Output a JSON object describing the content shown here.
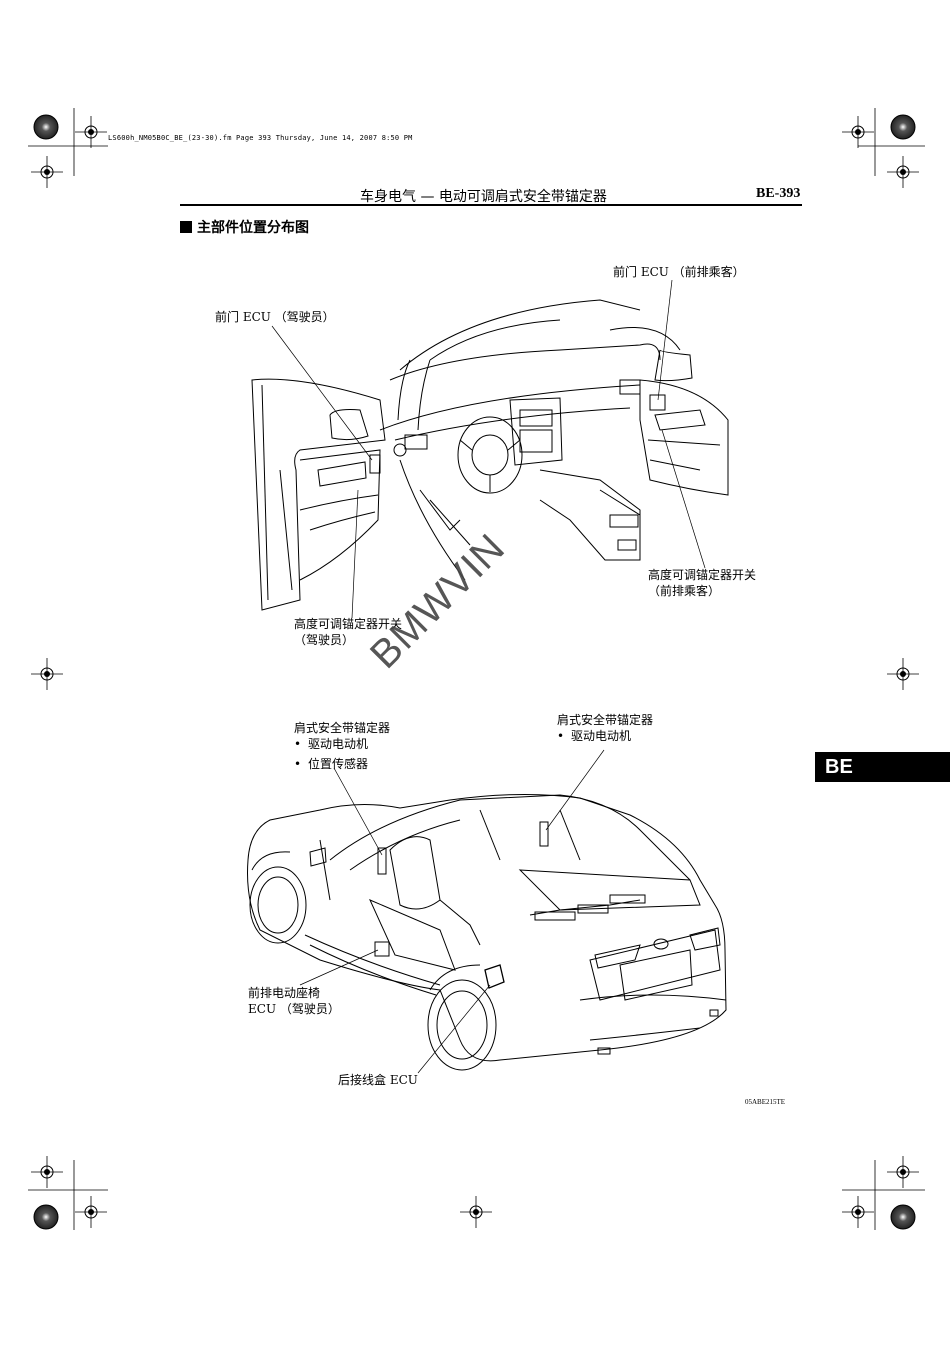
{
  "print_info": "LS600h_NM05B0C_BE_(23-30).fm  Page 393  Thursday, June 14, 2007  8:50 PM",
  "header": {
    "title": "车身电气 — 电动可调肩式安全带锚定器",
    "page": "BE-393"
  },
  "section_title": "主部件位置分布图",
  "labels": {
    "front_door_ecu_driver": "前门 ECU （驾驶员）",
    "front_door_ecu_passenger": "前门 ECU （前排乘客）",
    "height_adjust_switch_passenger_line1": "高度可调锚定器开关",
    "height_adjust_switch_passenger_line2": "（前排乘客）",
    "height_adjust_switch_driver_line1": "高度可调锚定器开关",
    "height_adjust_switch_driver_line2": "（驾驶员）",
    "anchor_left_title": "肩式安全带锚定器",
    "anchor_left_item1": "驱动电动机",
    "anchor_left_item2": "位置传感器",
    "anchor_right_title": "肩式安全带锚定器",
    "anchor_right_item1": "驱动电动机",
    "seat_ecu_line1": "前排电动座椅",
    "seat_ecu_line2": "ECU （驾驶员）",
    "rear_junction_ecu": "后接线盒 ECU"
  },
  "side_tab": "BE",
  "figure_code": "05ABE215TE",
  "watermark": "BMWVIN"
}
